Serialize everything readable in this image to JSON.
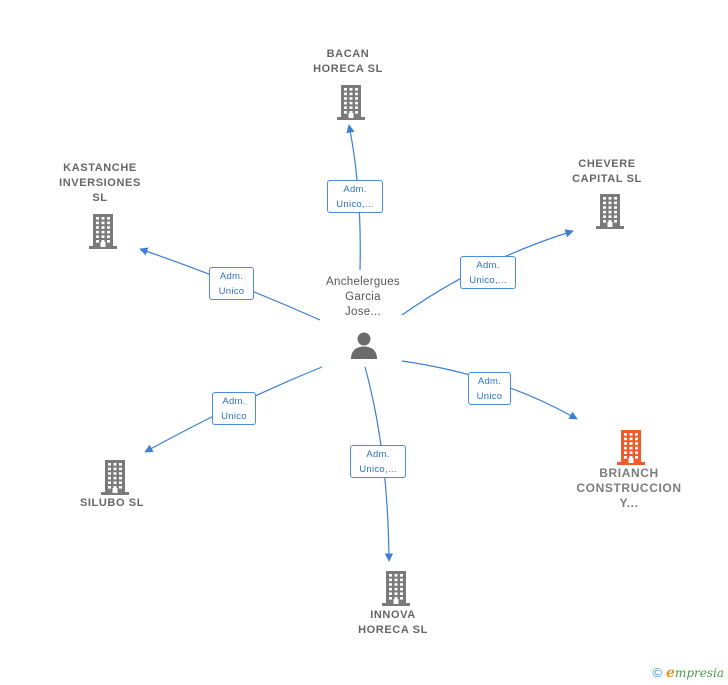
{
  "colors": {
    "edge": "#3d7fd4",
    "building": "#7a7a7a",
    "building_highlight": "#f15a2b",
    "person": "#6b6b6b"
  },
  "center": {
    "label": "Anchelergues\nGarcia\nJose...",
    "icon": "person-icon"
  },
  "nodes": [
    {
      "id": "bacan",
      "label": "BACAN\nHORECA  SL",
      "icon": "building-icon",
      "highlight": false
    },
    {
      "id": "chevere",
      "label": "CHEVERE\nCAPITAL  SL",
      "icon": "building-icon",
      "highlight": false
    },
    {
      "id": "kastanche",
      "label": "KASTANCHE\nINVERSIONES\nSL",
      "icon": "building-icon",
      "highlight": false
    },
    {
      "id": "brianch",
      "label": "BRIANCH\nCONSTRUCCION\nY...",
      "icon": "building-icon",
      "highlight": true
    },
    {
      "id": "silubo",
      "label": "SILUBO  SL",
      "icon": "building-icon",
      "highlight": false
    },
    {
      "id": "innova",
      "label": "INNOVA\nHORECA  SL",
      "icon": "building-icon",
      "highlight": false
    }
  ],
  "edges": [
    {
      "to": "bacan",
      "label": "Adm.\nUnico,..."
    },
    {
      "to": "chevere",
      "label": "Adm.\nUnico,..."
    },
    {
      "to": "kastanche",
      "label": "Adm.\nUnico"
    },
    {
      "to": "brianch",
      "label": "Adm.\nUnico"
    },
    {
      "to": "silubo",
      "label": "Adm.\nUnico"
    },
    {
      "to": "innova",
      "label": "Adm.\nUnico,..."
    }
  ],
  "footer": {
    "copyright": "©",
    "brand_initial": "e",
    "brand_rest": "mpresia"
  }
}
